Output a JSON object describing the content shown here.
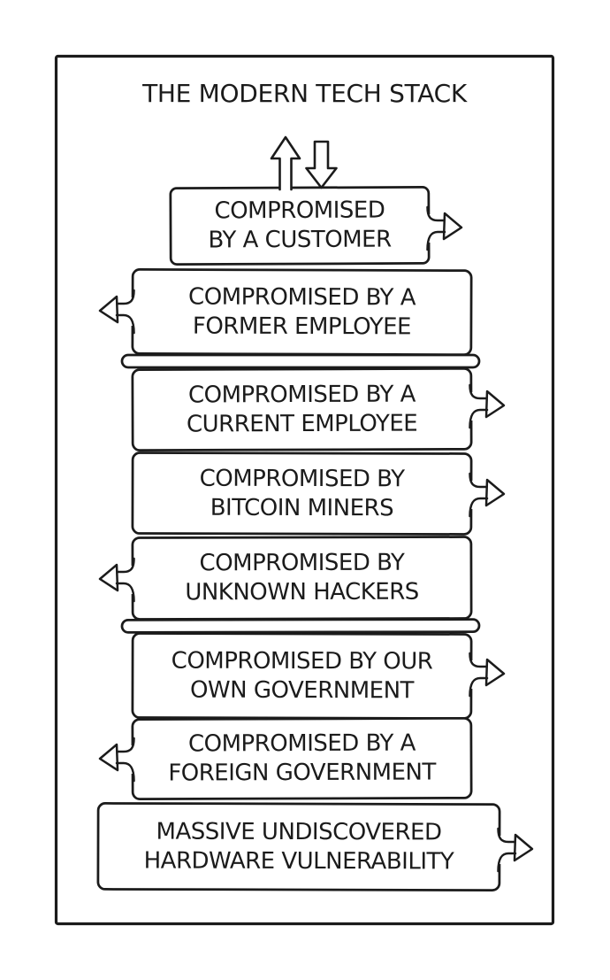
{
  "comic": {
    "title": "THE MODERN TECH STACK",
    "top_arrows": [
      {
        "icon": "up-arrow-icon",
        "direction": "up"
      },
      {
        "icon": "down-arrow-icon",
        "direction": "down"
      }
    ],
    "layers": [
      {
        "line1": "COMPROMISED",
        "line2": "BY A CUSTOMER",
        "arrow": "right"
      },
      {
        "line1": "COMPROMISED BY A",
        "line2": "FORMER EMPLOYEE",
        "arrow": "left"
      },
      {
        "line1": "COMPROMISED BY A",
        "line2": "CURRENT EMPLOYEE",
        "arrow": "right",
        "divider_above": true
      },
      {
        "line1": "COMPROMISED BY",
        "line2": "BITCOIN MINERS",
        "arrow": "right"
      },
      {
        "line1": "COMPROMISED BY",
        "line2": "UNKNOWN HACKERS",
        "arrow": "left"
      },
      {
        "line1": "COMPROMISED BY OUR",
        "line2": "OWN GOVERNMENT",
        "arrow": "right",
        "divider_above": true
      },
      {
        "line1": "COMPROMISED BY A",
        "line2": "FOREIGN GOVERNMENT",
        "arrow": "left"
      },
      {
        "line1": "MASSIVE UNDISCOVERED",
        "line2": "HARDWARE VULNERABILITY",
        "arrow": "right"
      }
    ],
    "colors": {
      "ink": "#1b1b1b",
      "paper": "#ffffff"
    }
  }
}
